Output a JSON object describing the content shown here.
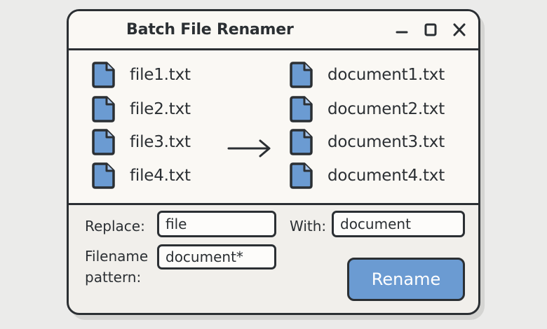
{
  "window": {
    "title": "Batch File Renamer",
    "controls": {
      "minimize": "minimize-icon",
      "maximize": "maximize-icon",
      "close": "close-icon"
    }
  },
  "files": {
    "original": [
      {
        "name": "file1.txt",
        "icon": "file-icon"
      },
      {
        "name": "file2.txt",
        "icon": "file-icon"
      },
      {
        "name": "file3.txt",
        "icon": "file-icon"
      },
      {
        "name": "file4.txt",
        "icon": "file-icon"
      }
    ],
    "renamed": [
      {
        "name": "document1.txt",
        "icon": "file-icon"
      },
      {
        "name": "document2.txt",
        "icon": "file-icon"
      },
      {
        "name": "document3.txt",
        "icon": "file-icon"
      },
      {
        "name": "document4.txt",
        "icon": "file-icon"
      }
    ],
    "arrow_icon": "right-arrow-icon"
  },
  "form": {
    "replace": {
      "label": "Replace:",
      "value": "file"
    },
    "with": {
      "label": "With:",
      "value": "document"
    },
    "pattern": {
      "label_line1": "Filename",
      "label_line2": "pattern:",
      "value": "document*"
    },
    "rename_button": "Rename"
  },
  "colors": {
    "accent": "#6b9bd2",
    "border": "#2b2f33",
    "panel_bg": "#faf8f4",
    "window_bg": "#f1efeb",
    "desktop_bg": "#ebebea"
  }
}
